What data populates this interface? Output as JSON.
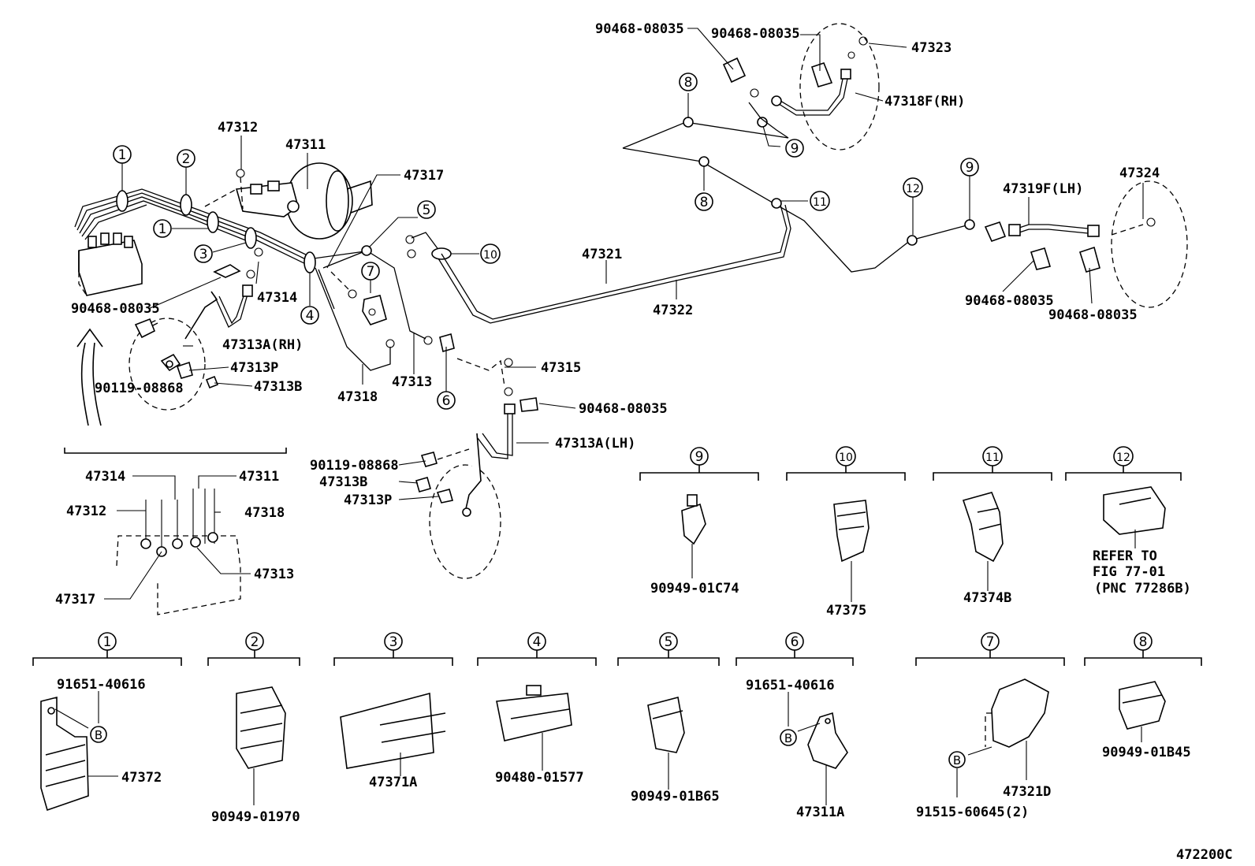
{
  "labels": {
    "p47312": "47312",
    "p47311": "47311",
    "p47317": "47317",
    "p47314": "47314",
    "p90468_a": "90468-08035",
    "p90468_b": "90468-08035",
    "p90468_c": "90468-08035",
    "p90468_d": "90468-08035",
    "p90468_e": "90468-08035",
    "p90468_f": "90468-08035",
    "p47313A_rh": "47313A(RH)",
    "p47313P_a": "47313P",
    "p90119_a": "90119-08868",
    "p47313B_a": "47313B",
    "p47318": "47318",
    "p47313": "47313",
    "p47315": "47315",
    "p47313A_lh": "47313A(LH)",
    "p90119_b": "90119-08868",
    "p47313B_b": "47313B",
    "p47313P_b": "47313P",
    "p47323": "47323",
    "p47318F": "47318F(RH)",
    "p47321": "47321",
    "p47322": "47322",
    "p47319F": "47319F(LH)",
    "p47324": "47324",
    "d47314": "47314",
    "d47311": "47311",
    "d47312": "47312",
    "d47318": "47318",
    "d47313": "47313",
    "d47317": "47317",
    "c9_part": "90949-01C74",
    "c10_part": "47375",
    "c11_part": "47374B",
    "c12_ref1": "REFER TO",
    "c12_ref2": "FIG 77-01",
    "c12_ref3": "(PNC 77286B)",
    "c1_bolt": "91651-40616",
    "c1_part": "47372",
    "c2_part": "90949-01970",
    "c3_part": "47371A",
    "c4_part": "90480-01577",
    "c5_part": "90949-01B65",
    "c6_bolt": "91651-40616",
    "c6_part": "47311A",
    "c7_part": "47321D",
    "c7_bolt": "91515-60645(2)",
    "c8_part": "90949-01B45",
    "fig_code": "472200C"
  },
  "callouts": {
    "c1": "1",
    "c2": "2",
    "c3": "3",
    "c4": "4",
    "c5": "5",
    "c6": "6",
    "c7": "7",
    "c8": "8",
    "c9": "9",
    "c10": "10",
    "c11": "11",
    "c12": "12",
    "b": "B"
  },
  "icons": [
    "brake-booster-icon",
    "master-cylinder-icon",
    "brake-hose-icon",
    "pipe-clamp-icon",
    "bolt-icon",
    "union-bolt-icon",
    "arrow-up-icon"
  ]
}
